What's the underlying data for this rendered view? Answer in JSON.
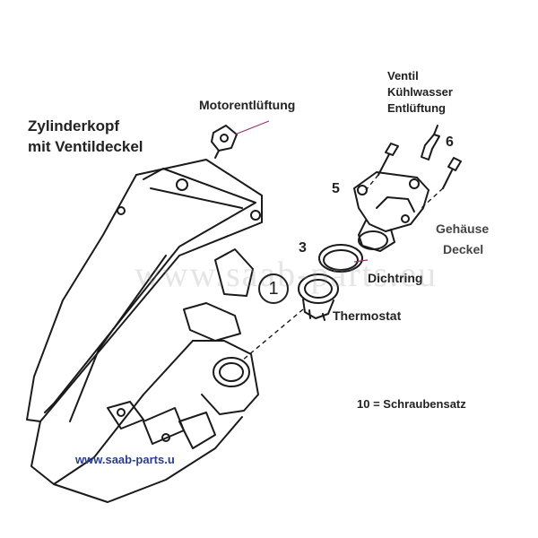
{
  "diagram": {
    "title_line1": "Zylinderkopf",
    "title_line2": "mit Ventildeckel",
    "labels": {
      "motorentlueftung": "Motorentlüftung",
      "ventil_line1": "Ventil",
      "ventil_line2": "Kühlwasser",
      "ventil_line3": "Entlüftung",
      "gehaeuse_line1": "Gehäuse",
      "gehaeuse_line2": "Deckel",
      "dichtring": "Dichtring",
      "thermostat": "Thermostat",
      "schraubensatz": "10 = Schraubensatz"
    },
    "part_numbers": {
      "thermostat": "1",
      "dichtring": "3",
      "gehaeuse": "5",
      "schrauben": "6"
    },
    "watermark": "www.saab-parts.eu",
    "website": "www.saab-parts.u"
  },
  "colors": {
    "line": "#1a1a1a",
    "leader": "#9b2f6b",
    "link": "#2a3d8f"
  }
}
